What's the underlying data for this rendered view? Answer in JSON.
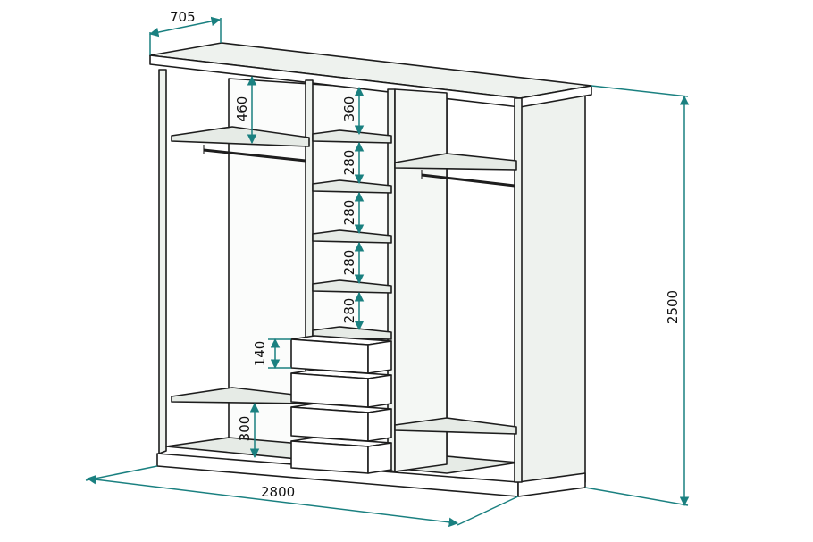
{
  "dimensions": {
    "depth": "705",
    "height": "2500",
    "width": "2800",
    "top_compartment": "460",
    "top_shelf_gap": "360",
    "shelf_gap_1": "280",
    "shelf_gap_2": "280",
    "shelf_gap_3": "280",
    "shelf_gap_4": "280",
    "drawer_height": "140",
    "bottom_gap": "300"
  },
  "colors": {
    "dimension_line": "#1a8080",
    "outline": "#1d1d1d"
  }
}
